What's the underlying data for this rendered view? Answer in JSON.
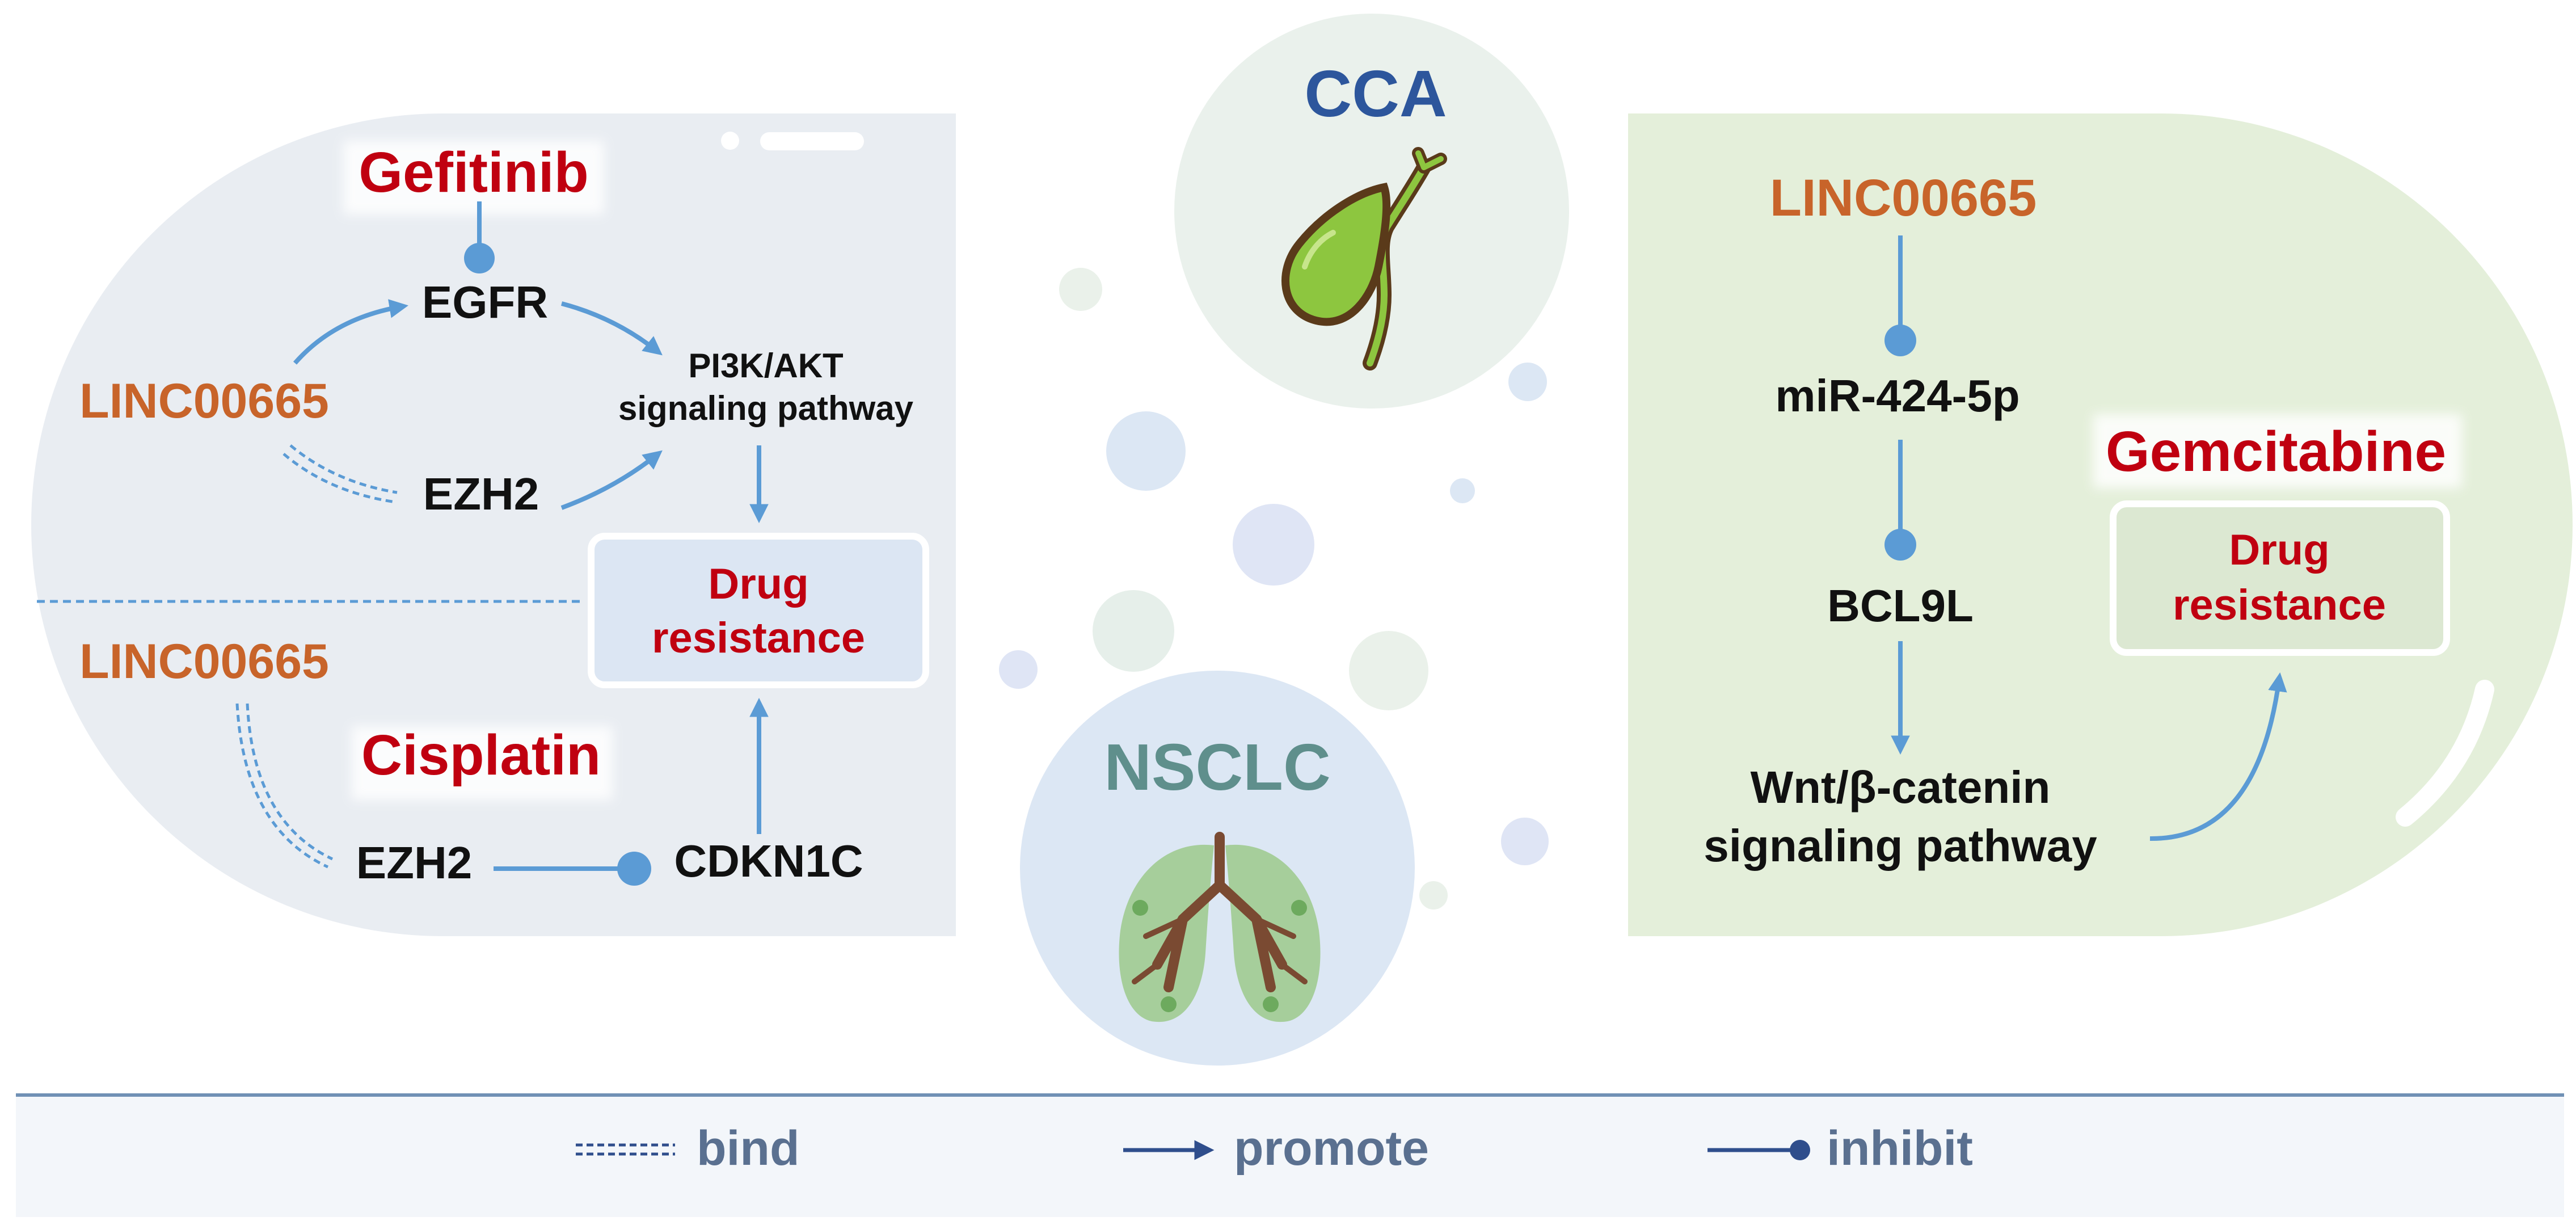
{
  "colors": {
    "orange": "#C8642A",
    "red": "#C00010",
    "black": "#111111",
    "blue_line": "#5B9BD5",
    "left_panel": "#E9EDF2",
    "right_panel": "#E4EFDA",
    "legend_bg": "#F3F6FA",
    "legend_text": "#5A7090",
    "legend_line": "#2F4E8C"
  },
  "left_top": {
    "drug": "Gefitinib",
    "lnc": "LINC00665",
    "egfr": "EGFR",
    "ezh2": "EZH2",
    "pathway_line1": "PI3K/AKT",
    "pathway_line2": "signaling pathway"
  },
  "left_box": {
    "line1": "Drug",
    "line2": "resistance"
  },
  "left_bottom": {
    "lnc": "LINC00665",
    "drug": "Cisplatin",
    "ezh2": "EZH2",
    "cdkn1c": "CDKN1C"
  },
  "center": {
    "cca": "CCA",
    "nsclc": "NSCLC",
    "icons": [
      "gallbladder-icon",
      "lungs-icon"
    ]
  },
  "right": {
    "lnc": "LINC00665",
    "mir": "miR-424-5p",
    "bcl9l": "BCL9L",
    "wnt_line1": "Wnt/β-catenin",
    "wnt_line2": "signaling pathway",
    "drug": "Gemcitabine",
    "box_line1": "Drug",
    "box_line2": "resistance"
  },
  "legend": {
    "bind": "bind",
    "promote": "promote",
    "inhibit": "inhibit"
  }
}
